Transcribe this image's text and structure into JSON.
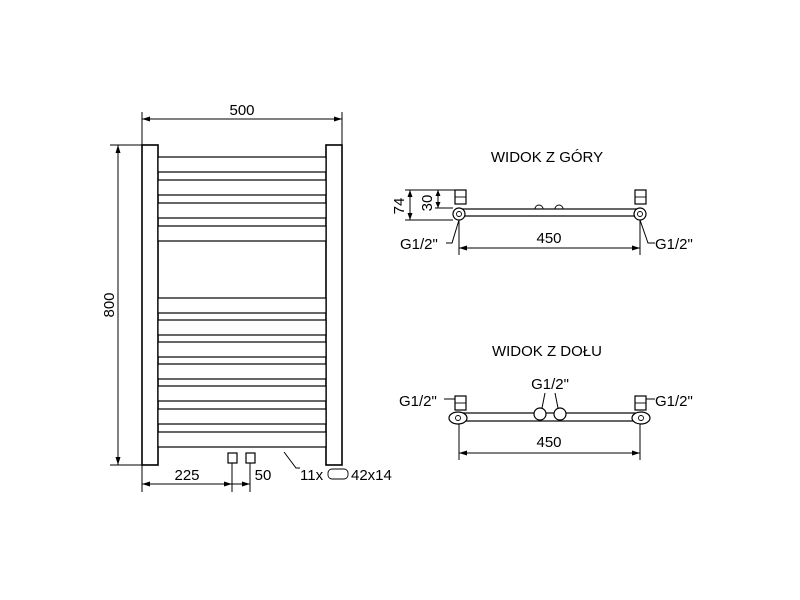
{
  "front_view": {
    "width_label": "500",
    "height_label": "800",
    "left_offset_label": "225",
    "spacing_label": "50",
    "tubes_label": "11x",
    "tube_size_label": "42x14"
  },
  "top_view": {
    "title": "WIDOK Z GÓRY",
    "depth_label": "74",
    "depth2_label": "30",
    "left_conn_label": "G1/2\"",
    "right_conn_label": "G1/2\"",
    "width_label": "450"
  },
  "bottom_view": {
    "title": "WIDOK Z DOŁU",
    "center_conn_label": "G1/2\"",
    "left_conn_label": "G1/2\"",
    "right_conn_label": "G1/2\"",
    "width_label": "450"
  },
  "colors": {
    "line": "#000000",
    "background": "#ffffff"
  }
}
